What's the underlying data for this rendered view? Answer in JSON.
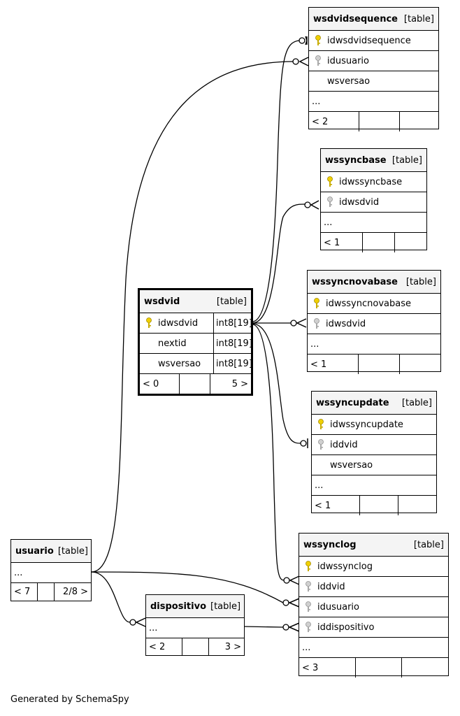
{
  "footer": "Generated by SchemaSpy",
  "tables": {
    "wsdvidsequence": {
      "name": "wsdvidsequence",
      "kind": "[table]",
      "columns": [
        "idwsdvidsequence",
        "idusuario",
        "wsversao"
      ],
      "more": "...",
      "footer": [
        "< 2",
        "",
        ""
      ]
    },
    "wssyncbase": {
      "name": "wssyncbase",
      "kind": "[table]",
      "columns": [
        "idwssyncbase",
        "idwsdvid"
      ],
      "more": "...",
      "footer": [
        "< 1",
        "",
        ""
      ]
    },
    "wssyncnovabase": {
      "name": "wssyncnovabase",
      "kind": "[table]",
      "columns": [
        "idwssyncnovabase",
        "idwsdvid"
      ],
      "more": "...",
      "footer": [
        "< 1",
        "",
        ""
      ]
    },
    "wsdvid": {
      "name": "wsdvid",
      "kind": "[table]",
      "columns": [
        "idwsdvid",
        "nextid",
        "wsversao"
      ],
      "types": [
        "int8[19]",
        "int8[19]",
        "int8[19]"
      ],
      "footer": [
        "< 0",
        "",
        "5 >"
      ]
    },
    "wssyncupdate": {
      "name": "wssyncupdate",
      "kind": "[table]",
      "columns": [
        "idwssyncupdate",
        "iddvid",
        "wsversao"
      ],
      "more": "...",
      "footer": [
        "< 1",
        "",
        ""
      ]
    },
    "usuario": {
      "name": "usuario",
      "kind": "[table]",
      "more": "...",
      "footer": [
        "< 7",
        "",
        "2/8 >"
      ]
    },
    "wssynclog": {
      "name": "wssynclog",
      "kind": "[table]",
      "columns": [
        "idwssynclog",
        "iddvid",
        "idusuario",
        "iddispositivo"
      ],
      "more": "...",
      "footer": [
        "< 3",
        "",
        ""
      ]
    },
    "dispositivo": {
      "name": "dispositivo",
      "kind": "[table]",
      "more": "...",
      "footer": [
        "< 2",
        "",
        "3 >"
      ]
    }
  },
  "icons": {
    "primary_key": "key-icon-gold",
    "foreign_key": "key-icon-gray",
    "primary_key_color": "#f0d000",
    "foreign_key_color": "#b0b0b0"
  }
}
